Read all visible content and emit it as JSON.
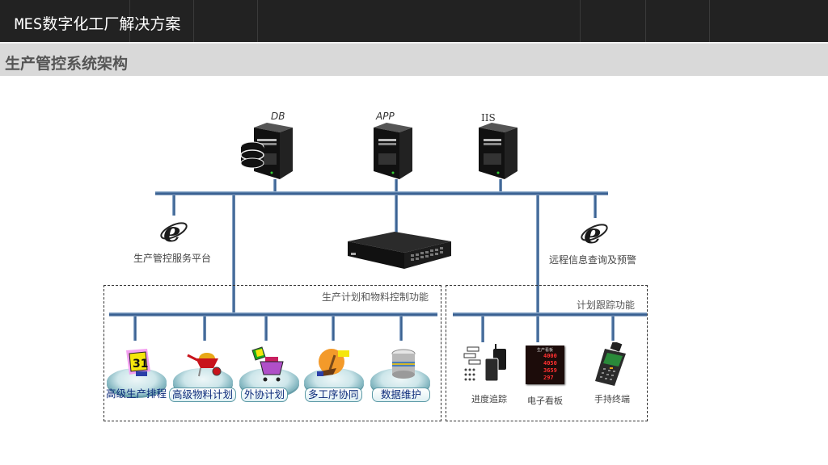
{
  "header": {
    "app_title": "MES数字化工厂解决方案",
    "section_title": "生产管控系统架构"
  },
  "servers": [
    {
      "label": "DB",
      "icon": "database-server-icon"
    },
    {
      "label": "APP",
      "icon": "server-tower-icon"
    },
    {
      "label": "IIS",
      "icon": "server-tower-icon"
    }
  ],
  "network": {
    "switch_icon": "network-switch-icon",
    "left_client": {
      "label": "生产管控服务平台",
      "icon": "ie-browser-icon"
    },
    "right_client": {
      "label": "远程信息查询及预警",
      "icon": "ie-browser-icon"
    }
  },
  "groups": {
    "planning": {
      "title": "生产计划和物料控制功能",
      "modules": [
        {
          "label": "高级生产排程",
          "icon": "calendar-icon"
        },
        {
          "label": "高级物料计划",
          "icon": "wheelbarrow-icon"
        },
        {
          "label": "外协计划",
          "icon": "shopping-cart-icon"
        },
        {
          "label": "多工序协同",
          "icon": "handshake-icon"
        },
        {
          "label": "数据维护",
          "icon": "database-icon"
        }
      ]
    },
    "tracking": {
      "title": "计划跟踪功能",
      "devices": [
        {
          "label": "进度追踪",
          "icon": "progress-tracking-icon"
        },
        {
          "label": "电子看板",
          "icon": "led-board-icon"
        },
        {
          "label": "手持终端",
          "icon": "handheld-terminal-icon"
        }
      ],
      "board": {
        "title": "生产看板",
        "rows": [
          "4000",
          "4050",
          "3659",
          "297"
        ]
      }
    }
  },
  "colors": {
    "topbar": "#222222",
    "subbar": "#d9d9d9",
    "pipe": "#3d6596",
    "module_text": "#0b2a7a"
  }
}
